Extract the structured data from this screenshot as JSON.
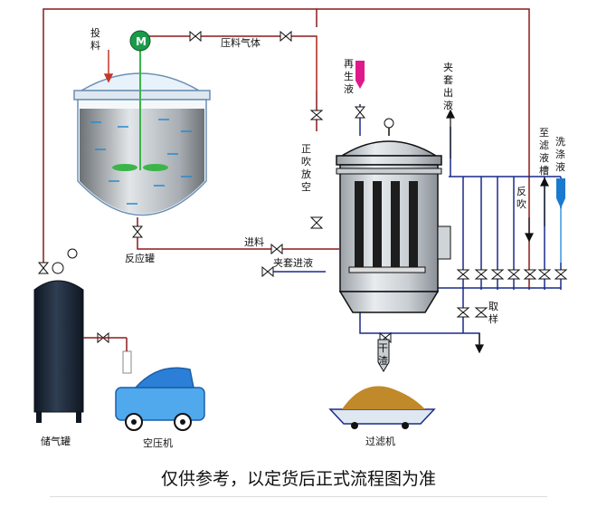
{
  "labels": {
    "feed_in": "投料",
    "pressure_gas": "压料气体",
    "reactor": "反应罐",
    "regen_liquid": "再生液",
    "jacket_out": "夹套出液",
    "front_blow": "正吹放空",
    "feed": "进料",
    "jacket_in": "夹套进液",
    "to_filtrate_tank": "至滤液槽",
    "wash_liquid": "洗涤液",
    "back_blow": "反吹",
    "sampling": "取样",
    "dry_residue": "干渣",
    "gas_tank": "储气罐",
    "compressor": "空压机",
    "filter": "过滤机",
    "motor": "M"
  },
  "caption": "仅供参考，以定货后正式流程图为准",
  "colors": {
    "feed_line": "#8b1a1a",
    "blue_line": "#1a2a8a",
    "regen": "#e0198a",
    "wash": "#1a7ad0",
    "tank_dark": "#1c2a3a",
    "compressor_blue": "#2b7fd6",
    "residue": "#c08a2a"
  }
}
